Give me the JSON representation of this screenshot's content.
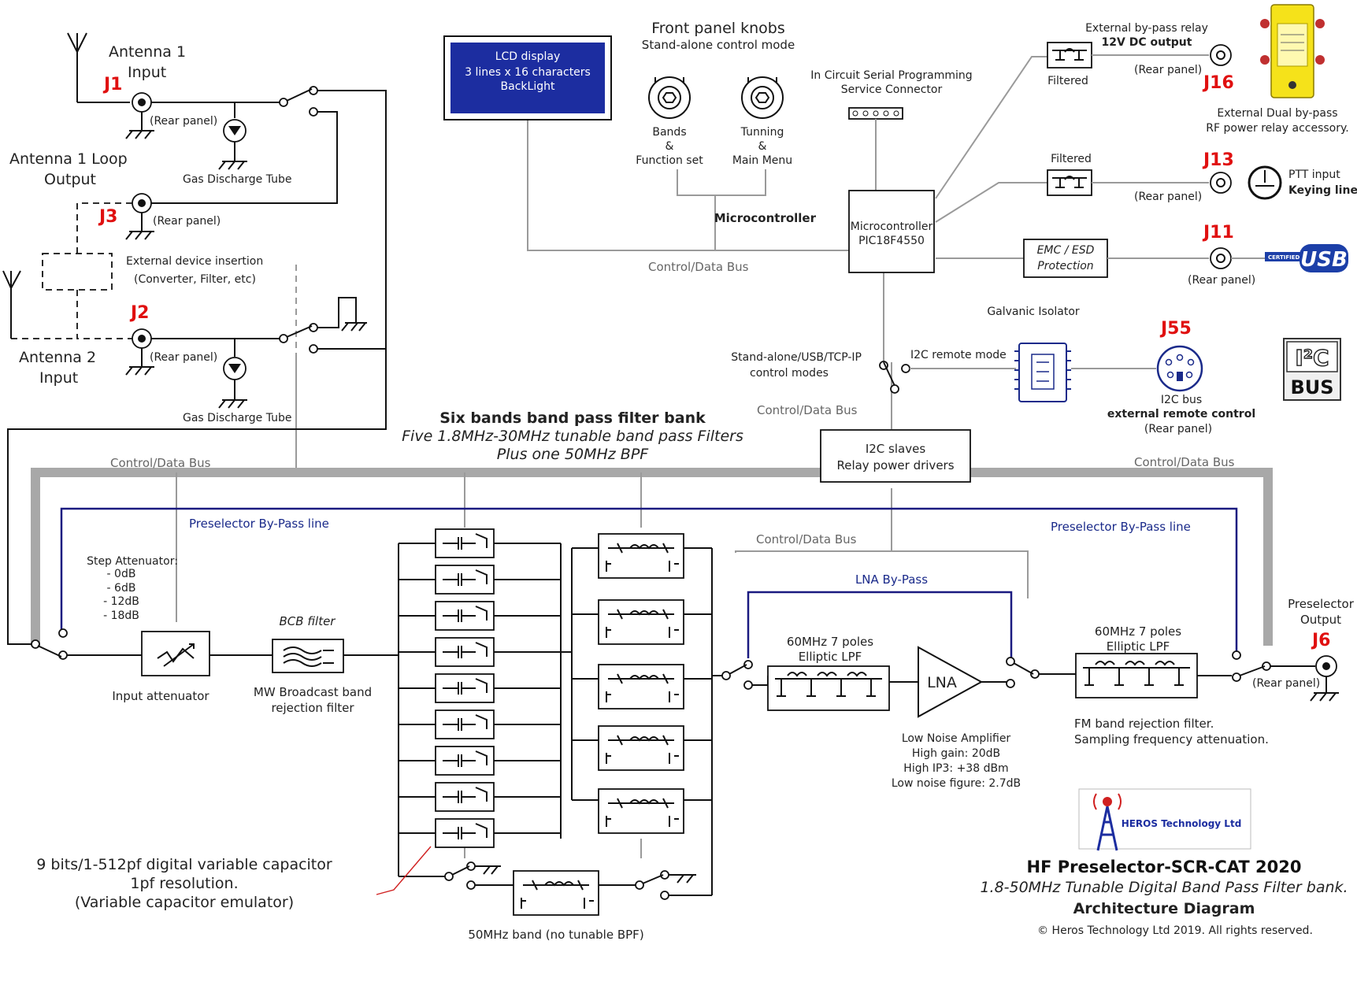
{
  "antenna": {
    "ant1_input": [
      "Antenna 1",
      "Input"
    ],
    "ant1_loop": [
      "Antenna 1 Loop",
      "Output"
    ],
    "ant2_input": [
      "Antenna 2",
      "Input"
    ],
    "rear_panel": "(Rear panel)",
    "gas_tube": "Gas Discharge Tube",
    "external_device": [
      "External device insertion",
      "(Converter, Filter, etc)"
    ]
  },
  "connectors": {
    "j1": "J1",
    "j2": "J2",
    "j3": "J3",
    "j6": "J6",
    "j11": "J11",
    "j13": "J13",
    "j16": "J16",
    "j55": "J55"
  },
  "lcd": {
    "lines": [
      "LCD display",
      "3 lines x 16 characters",
      "BackLight"
    ]
  },
  "front_panel": {
    "title": "Front panel knobs",
    "subtitle": "Stand-alone control mode",
    "bands_label": [
      "Bands",
      "&",
      "Function set"
    ],
    "tuning_label": [
      "Tunning",
      "&",
      "Main Menu"
    ]
  },
  "icsp": {
    "label": [
      "In Circuit Serial Programming",
      "Service Connector"
    ]
  },
  "micro": {
    "label": "Microcontroller",
    "chip": [
      "Microcontroller",
      "PIC18F4550"
    ]
  },
  "bus": {
    "label": "Control/Data Bus"
  },
  "relay_ext": {
    "title": "External by-pass relay",
    "power": "12V DC output",
    "filtered": "Filtered",
    "rear": "(Rear panel)",
    "accessory": [
      "External Dual by-pass",
      "RF power relay accessory."
    ]
  },
  "ptt": {
    "filtered": "Filtered",
    "rear": "(Rear panel)",
    "title": "PTT input",
    "sub": "Keying line"
  },
  "usb": {
    "emc": [
      "EMC / ESD",
      "Protection"
    ],
    "rear": "(Rear panel)",
    "logo": "USB",
    "certified": "CERTIFIED"
  },
  "i2c": {
    "galvanic": "Galvanic Isolator",
    "mode": "I2C remote mode",
    "control_modes": [
      "Stand-alone/USB/TCP-IP",
      "control modes"
    ],
    "slaves": [
      "I2C slaves",
      "Relay power drivers"
    ],
    "bus_label": "I2C bus",
    "remote": "external remote control",
    "rear": "(Rear panel)",
    "logo_top": "I²C",
    "logo_bottom": "BUS"
  },
  "filter_bank": {
    "title": "Six bands band pass filter bank",
    "sub1": "Five 1.8MHz-30MHz tunable band pass Filters",
    "sub2": "Plus one 50MHz BPF",
    "band50": "50MHz band (no tunable BPF)",
    "varicap": [
      "9 bits/1-512pf digital variable capacitor",
      "1pf resolution.",
      "(Variable capacitor emulator)"
    ]
  },
  "bypass": {
    "line": "Preselector By-Pass line",
    "lna": "LNA By-Pass"
  },
  "attenuator": {
    "title": "Step Attenuator:",
    "steps": [
      "- 0dB",
      "- 6dB",
      "- 12dB",
      "- 18dB"
    ],
    "label": "Input attenuator"
  },
  "bcb": {
    "title": "BCB filter",
    "label": [
      "MW Broadcast band",
      "rejection filter"
    ]
  },
  "lpf": {
    "label": [
      "60MHz 7 poles",
      "Elliptic LPF"
    ]
  },
  "lna": {
    "symbol": "LNA",
    "specs": [
      "Low Noise Amplifier",
      "High gain: 20dB",
      "High IP3: +38 dBm",
      "Low noise figure: 2.7dB"
    ]
  },
  "fm": {
    "label": [
      "FM band rejection filter.",
      "Sampling frequency attenuation."
    ]
  },
  "output": {
    "label": [
      "Preselector",
      "Output"
    ]
  },
  "branding": {
    "company": "HEROS Technology Ltd",
    "product": "HF Preselector-SCR-CAT 2020",
    "subtitle": "1.8-50MHz Tunable Digital Band Pass Filter bank.",
    "doc": "Architecture Diagram",
    "copyright": "© Heros Technology Ltd 2019. All rights reserved."
  },
  "colors": {
    "bus": "#a8a8a8",
    "bypass": "#1a1a80",
    "connector_label": "#e01010",
    "lcd": "#1c2da0"
  }
}
